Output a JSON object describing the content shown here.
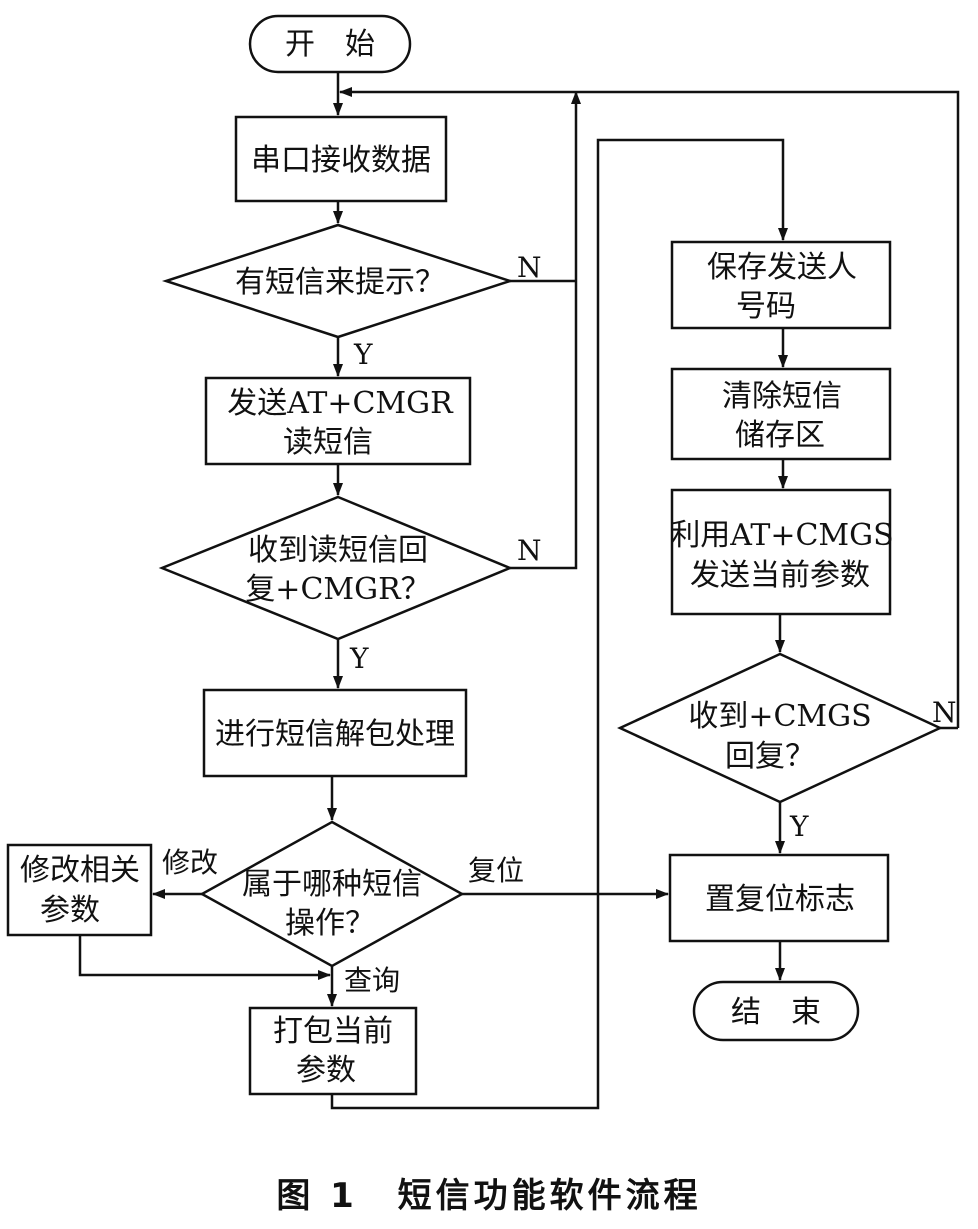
{
  "nodes": {
    "start": "开　始",
    "recv": "串口接收数据",
    "d1": "有短信来提示？",
    "send_cmgr": [
      "发送AT+CMGR",
      "读短信"
    ],
    "d2": [
      "收到读短信回",
      "复+CMGR？"
    ],
    "unpack": "进行短信解包处理",
    "d3": [
      "属于哪种短信",
      "操作？"
    ],
    "modify": [
      "修改相关",
      "参数"
    ],
    "pack": [
      "打包当前",
      "参数"
    ],
    "save": [
      "保存发送人",
      "号码"
    ],
    "clear": [
      "清除短信",
      "储存区"
    ],
    "cmgs": [
      "利用AT+CMGS",
      "发送当前参数"
    ],
    "d4": [
      "收到+CMGS",
      "回复？"
    ],
    "reset": "置复位标志",
    "end": "结　束"
  },
  "edge_labels": {
    "d1_no": "N",
    "d1_yes": "Y",
    "d2_no": "N",
    "d2_yes": "Y",
    "d3_modify": "修改",
    "d3_reset": "复位",
    "d3_query": "查询",
    "d4_no": "N",
    "d4_yes": "Y"
  },
  "caption": {
    "figure": "图 1",
    "title": "短信功能软件流程"
  }
}
